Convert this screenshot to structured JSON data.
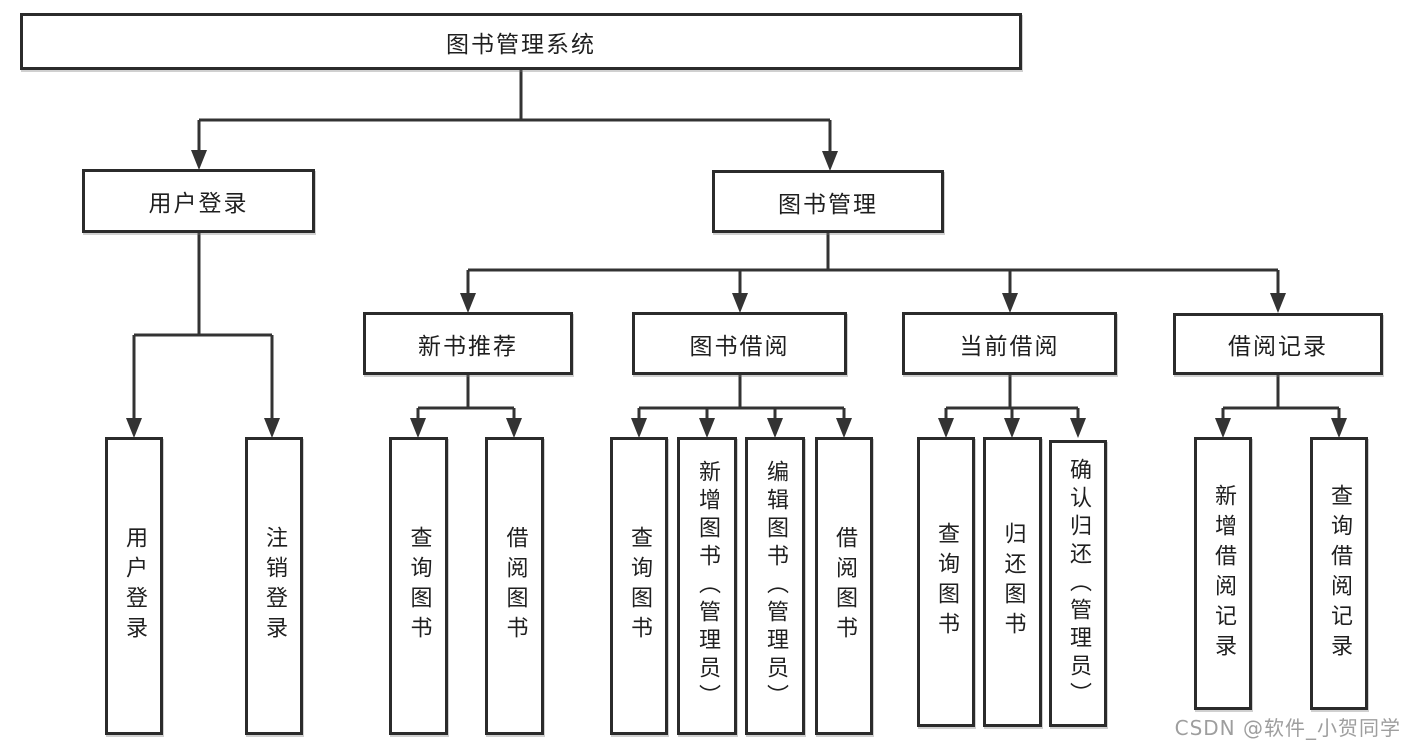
{
  "diagram": {
    "root": {
      "label": "图书管理系统"
    },
    "level2": [
      {
        "label": "用户登录"
      },
      {
        "label": "图书管理"
      }
    ],
    "level3": [
      {
        "label": "新书推荐"
      },
      {
        "label": "图书借阅"
      },
      {
        "label": "当前借阅"
      },
      {
        "label": "借阅记录"
      }
    ],
    "leaves": {
      "login": [
        {
          "label": "用户登录"
        },
        {
          "label": "注销登录"
        }
      ],
      "recommend": [
        {
          "label": "查询图书"
        },
        {
          "label": "借阅图书"
        }
      ],
      "borrow": [
        {
          "label": "查询图书"
        },
        {
          "label": "新增图书（管理员）"
        },
        {
          "label": "编辑图书（管理员）"
        },
        {
          "label": "借阅图书"
        }
      ],
      "current": [
        {
          "label": "查询图书"
        },
        {
          "label": "归还图书"
        },
        {
          "label": "确认归还（管理员）"
        }
      ],
      "records": [
        {
          "label": "新增借阅记录"
        },
        {
          "label": "查询借阅记录"
        }
      ]
    }
  },
  "watermark": {
    "text": "CSDN @软件_小贺同学"
  },
  "colors": {
    "line": "#333333",
    "border": "#2b2b2b",
    "text": "#1f1f1f",
    "watermark": "#999999",
    "background": "#ffffff"
  }
}
